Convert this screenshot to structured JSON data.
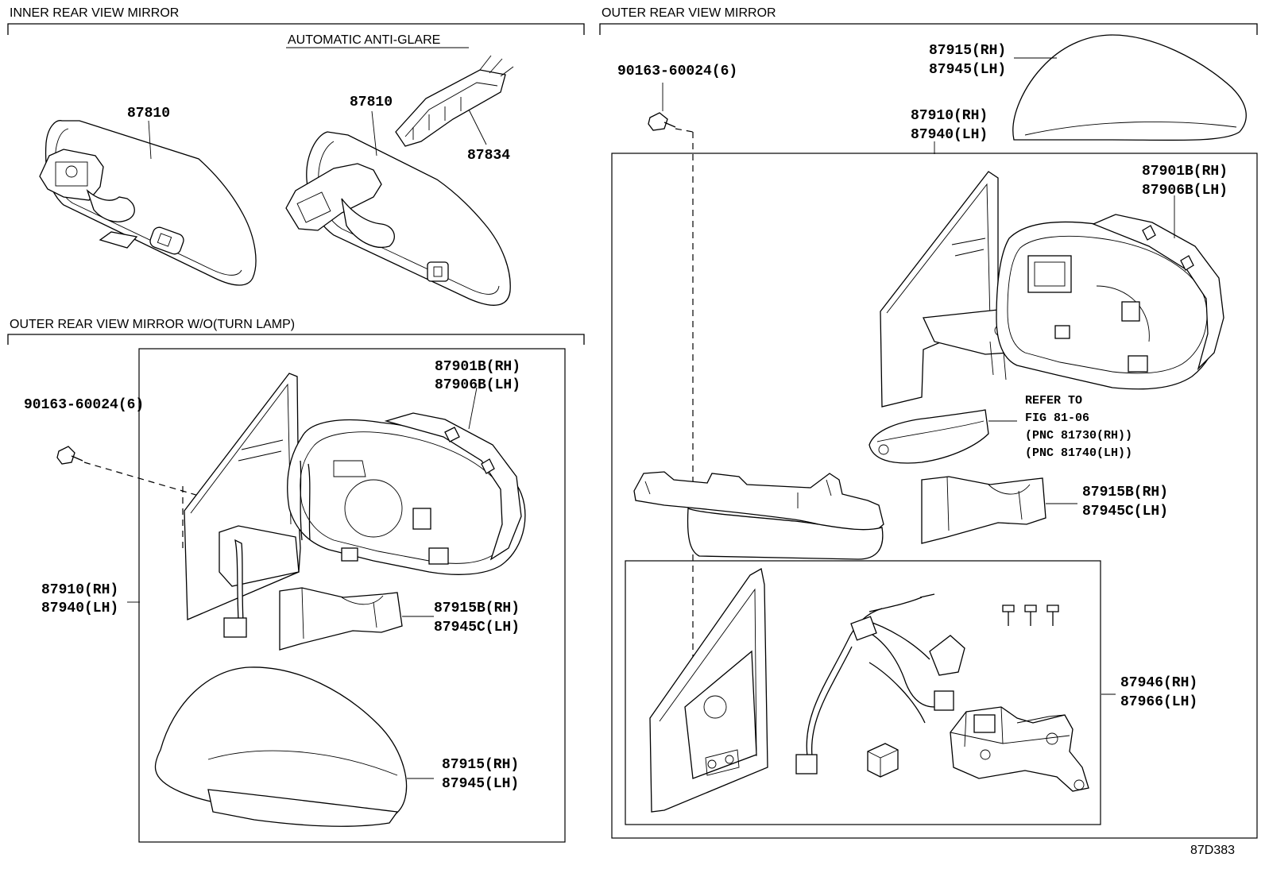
{
  "sections": {
    "inner_mirror": "INNER REAR VIEW MIRROR",
    "anti_glare": "AUTOMATIC ANTI-GLARE",
    "outer_wo_turn": "OUTER REAR VIEW MIRROR  W/O(TURN LAMP)",
    "outer_mirror": "OUTER REAR VIEW MIRROR"
  },
  "parts": {
    "p87810_a": "87810",
    "p87810_b": "87810",
    "p87834": "87834",
    "left_bolt": "90163-60024(6)",
    "left_frame_rh": "87901B(RH)",
    "left_frame_lh": "87906B(LH)",
    "left_assy_rh": "87910(RH)",
    "left_assy_lh": "87940(LH)",
    "left_cover_b_rh": "87915B(RH)",
    "left_cover_c_lh": "87945C(LH)",
    "left_cover_rh": "87915(RH)",
    "left_cover_lh": "87945(LH)",
    "right_bolt": "90163-60024(6)",
    "right_cover_rh": "87915(RH)",
    "right_cover_lh": "87945(LH)",
    "right_assy_rh": "87910(RH)",
    "right_assy_lh": "87940(LH)",
    "right_frame_rh": "87901B(RH)",
    "right_frame_lh": "87906B(LH)",
    "right_cover_b_rh": "87915B(RH)",
    "right_cover_c_lh": "87945C(LH)",
    "right_motor_rh": "87946(RH)",
    "right_motor_lh": "87966(LH)"
  },
  "refer": {
    "line1": "REFER TO",
    "line2": "FIG 81-06",
    "line3": "(PNC 81730(RH))",
    "line4": "(PNC 81740(LH))"
  },
  "diagram_code": "87D383"
}
